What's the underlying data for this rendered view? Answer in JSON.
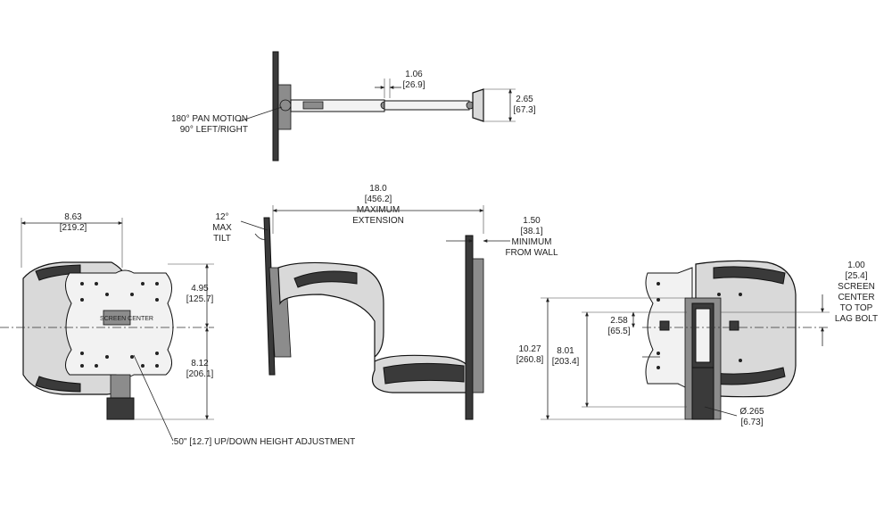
{
  "top_view": {
    "pan_motion": "180° PAN MOTION",
    "pan_sides": "90° LEFT/RIGHT",
    "arm_width_in": "1.06",
    "arm_width_mm": "[26.9]",
    "wall_plate_depth_in": "2.65",
    "wall_plate_depth_mm": "[67.3]"
  },
  "front_view": {
    "width_in": "8.63",
    "width_mm": "[219.2]",
    "upper_in": "4.95",
    "upper_mm": "[125.7]",
    "lower_in": "8.12",
    "lower_mm": "[206.1]",
    "screen_center": "SCREEN CENTER",
    "height_adjustment": ".50\" [12.7] UP/DOWN HEIGHT ADJUSTMENT"
  },
  "side_view": {
    "tilt_deg": "12°",
    "tilt_label1": "MAX",
    "tilt_label2": "TILT",
    "extension_in": "18.0",
    "extension_mm": "[456.2]",
    "extension_label1": "MAXIMUM",
    "extension_label2": "EXTENSION",
    "min_wall_in": "1.50",
    "min_wall_mm": "[38.1]",
    "min_wall_label1": "MINIMUM",
    "min_wall_label2": "FROM WALL"
  },
  "rear_view": {
    "total_height_in": "10.27",
    "total_height_mm": "[260.8]",
    "bolt_span_in": "8.01",
    "bolt_span_mm": "[203.4]",
    "offset_in": "2.58",
    "offset_mm": "[65.5]",
    "center_to_bolt_in": "1.00",
    "center_to_bolt_mm": "[25.4]",
    "center_label1": "SCREEN",
    "center_label2": "CENTER",
    "center_label3": "TO TOP",
    "center_label4": "LAG BOLT",
    "hole_dia_in": "Ø.265",
    "hole_dia_mm": "[6.73]"
  }
}
